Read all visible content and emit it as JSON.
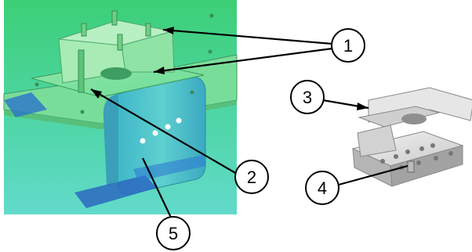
{
  "callouts": [
    {
      "id": "1",
      "label": "1"
    },
    {
      "id": "2",
      "label": "2"
    },
    {
      "id": "3",
      "label": "3"
    },
    {
      "id": "4",
      "label": "4"
    },
    {
      "id": "5",
      "label": "5"
    }
  ],
  "colors": {
    "render_bg_top": "#3fd27c",
    "render_bg_bottom": "#58d6c4",
    "bracket_blue": "#2a6fc8",
    "fixture_gray": "#d9d9d9",
    "fixture_dark": "#9c9c9c"
  }
}
